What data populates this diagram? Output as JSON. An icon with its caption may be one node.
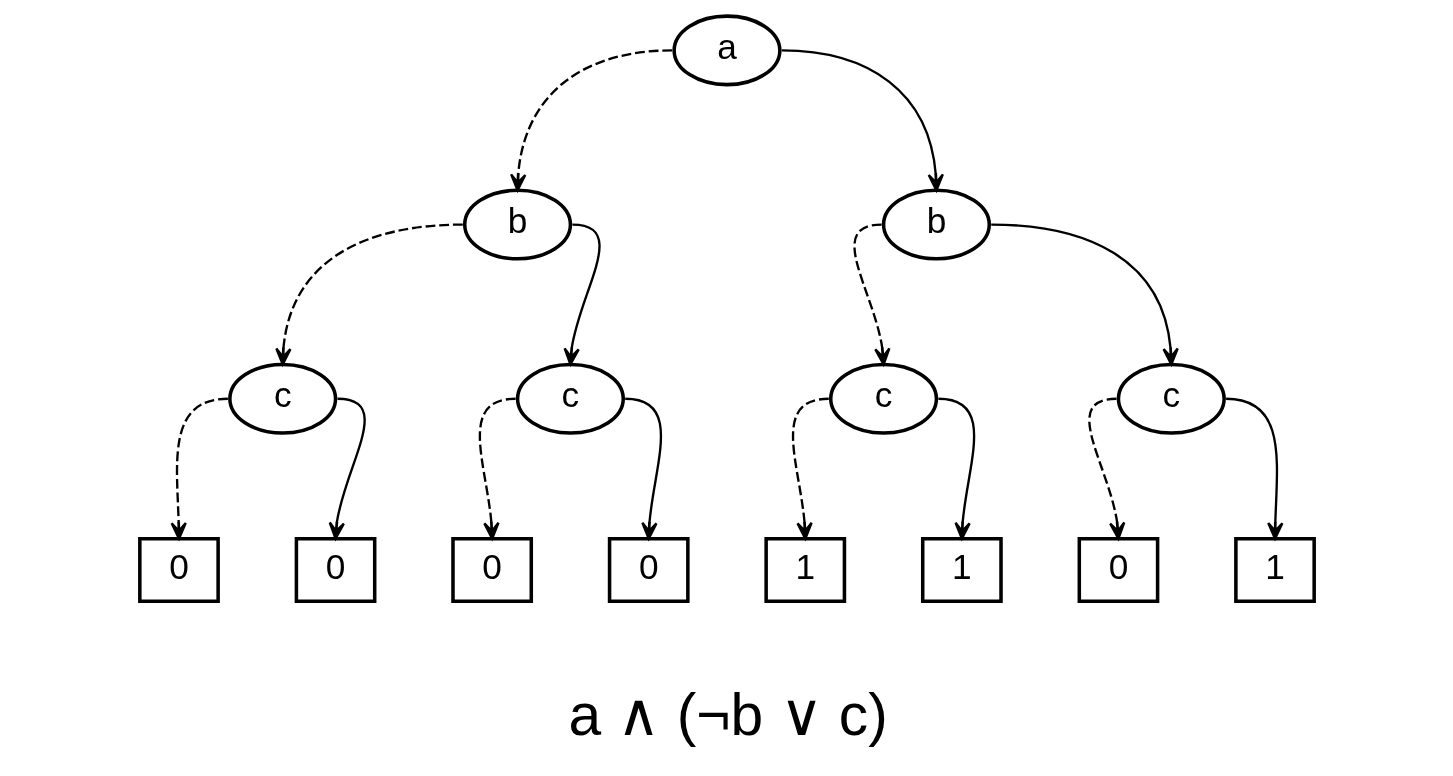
{
  "diagram": {
    "caption": "a ∧ (¬b ∨ c)",
    "nodes": [
      {
        "text": [
          "a"
        ]
      },
      {
        "text": [
          "b"
        ]
      },
      {
        "text": [
          "b"
        ]
      },
      {
        "text": [
          "c"
        ]
      },
      {
        "text": [
          "c"
        ]
      },
      {
        "text": [
          "c"
        ]
      },
      {
        "text": [
          "c"
        ]
      },
      {
        "text": [
          "0"
        ]
      },
      {
        "text": [
          "0"
        ]
      },
      {
        "text": [
          "0"
        ]
      },
      {
        "text": [
          "0"
        ]
      },
      {
        "text": [
          "1"
        ]
      },
      {
        "text": [
          "1"
        ]
      },
      {
        "text": [
          "0"
        ]
      },
      {
        "text": [
          "1"
        ]
      }
    ],
    "edges": [
      {
        "from": 0,
        "to": 1,
        "arrow": "to",
        "style": "dashed"
      },
      {
        "from": 0,
        "to": 2,
        "arrow": "to"
      },
      {
        "from": 1,
        "to": 3,
        "arrow": "to",
        "style": "dashed"
      },
      {
        "from": 1,
        "to": 4,
        "arrow": "to"
      },
      {
        "from": 2,
        "to": 5,
        "arrow": "to",
        "style": "dashed"
      },
      {
        "from": 2,
        "to": 6,
        "arrow": "to"
      },
      {
        "from": 3,
        "to": 7,
        "arrow": "to",
        "style": "dashed"
      },
      {
        "from": 3,
        "to": 8,
        "arrow": "to"
      },
      {
        "from": 4,
        "to": 9,
        "arrow": "to",
        "style": "dashed"
      },
      {
        "from": 4,
        "to": 10,
        "arrow": "to"
      },
      {
        "from": 5,
        "to": 11,
        "arrow": "to",
        "style": "dashed"
      },
      {
        "from": 5,
        "to": 12,
        "arrow": "to"
      },
      {
        "from": 6,
        "to": 13,
        "arrow": "to",
        "style": "dashed"
      },
      {
        "from": 6,
        "to": 14,
        "arrow": "to"
      }
    ]
  }
}
